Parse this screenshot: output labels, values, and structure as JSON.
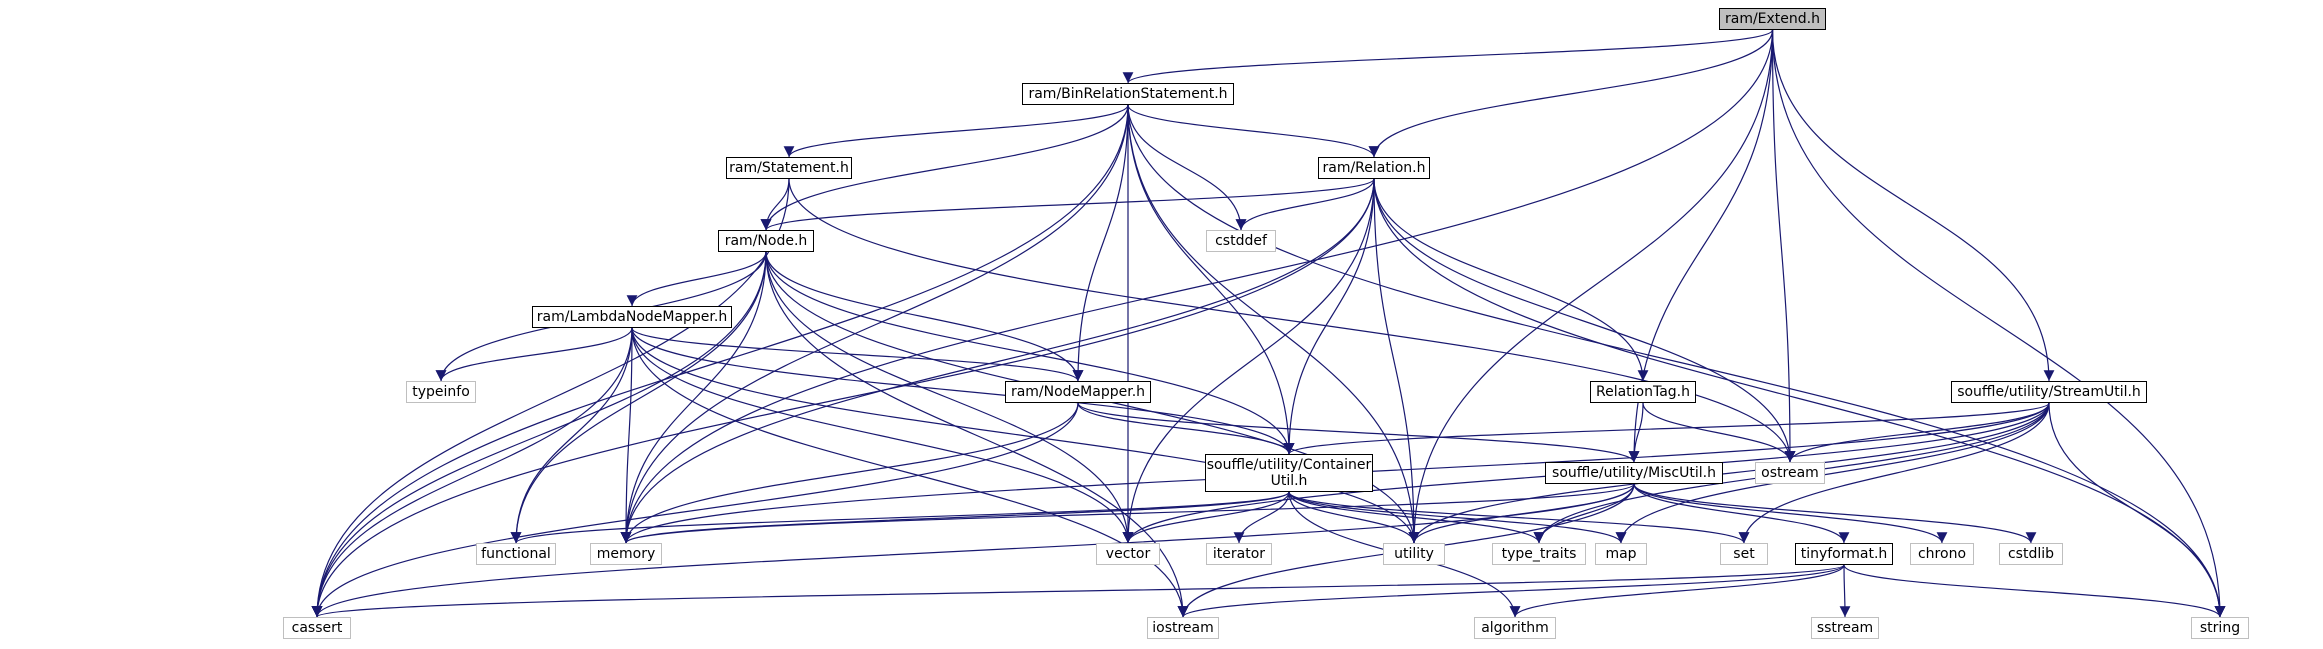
{
  "colors": {
    "edge": "#191970",
    "internal_border": "#000000",
    "external_border": "#bfbfbf",
    "root_fill": "#bfbfbf"
  },
  "nodes": [
    {
      "id": "extend",
      "label": "ram/Extend.h",
      "kind": "root"
    },
    {
      "id": "binrel",
      "label": "ram/BinRelationStatement.h",
      "kind": "internal"
    },
    {
      "id": "statement",
      "label": "ram/Statement.h",
      "kind": "internal"
    },
    {
      "id": "relation",
      "label": "ram/Relation.h",
      "kind": "internal"
    },
    {
      "id": "cstddef",
      "label": "cstddef",
      "kind": "external"
    },
    {
      "id": "node",
      "label": "ram/Node.h",
      "kind": "internal"
    },
    {
      "id": "lambda",
      "label": "ram/LambdaNodeMapper.h",
      "kind": "internal"
    },
    {
      "id": "typeinfo",
      "label": "typeinfo",
      "kind": "external"
    },
    {
      "id": "nodemapper",
      "label": "ram/NodeMapper.h",
      "kind": "internal"
    },
    {
      "id": "reltag",
      "label": "RelationTag.h",
      "kind": "internal"
    },
    {
      "id": "streamutil",
      "label": "souffle/utility/StreamUtil.h",
      "kind": "internal"
    },
    {
      "id": "ostream",
      "label": "ostream",
      "kind": "external"
    },
    {
      "id": "container",
      "label": "souffle/utility/Container Util.h",
      "kind": "internal"
    },
    {
      "id": "miscutil",
      "label": "souffle/utility/MiscUtil.h",
      "kind": "internal"
    },
    {
      "id": "functional",
      "label": "functional",
      "kind": "external"
    },
    {
      "id": "memory",
      "label": "memory",
      "kind": "external"
    },
    {
      "id": "vector",
      "label": "vector",
      "kind": "external"
    },
    {
      "id": "iterator",
      "label": "iterator",
      "kind": "external"
    },
    {
      "id": "utility",
      "label": "utility",
      "kind": "external"
    },
    {
      "id": "type_traits",
      "label": "type_traits",
      "kind": "external"
    },
    {
      "id": "map",
      "label": "map",
      "kind": "external"
    },
    {
      "id": "set",
      "label": "set",
      "kind": "external"
    },
    {
      "id": "tinyformat",
      "label": "tinyformat.h",
      "kind": "internal"
    },
    {
      "id": "chrono",
      "label": "chrono",
      "kind": "external"
    },
    {
      "id": "cstdlib",
      "label": "cstdlib",
      "kind": "external"
    },
    {
      "id": "cassert",
      "label": "cassert",
      "kind": "external"
    },
    {
      "id": "iostream",
      "label": "iostream",
      "kind": "external"
    },
    {
      "id": "algorithm",
      "label": "algorithm",
      "kind": "external"
    },
    {
      "id": "sstream",
      "label": "sstream",
      "kind": "external"
    },
    {
      "id": "string",
      "label": "string",
      "kind": "external"
    }
  ],
  "edges": [
    [
      "extend",
      "binrel"
    ],
    [
      "extend",
      "relation"
    ],
    [
      "extend",
      "memory"
    ],
    [
      "extend",
      "ostream"
    ],
    [
      "extend",
      "miscutil"
    ],
    [
      "extend",
      "utility"
    ],
    [
      "extend",
      "streamutil"
    ],
    [
      "extend",
      "string"
    ],
    [
      "binrel",
      "statement"
    ],
    [
      "binrel",
      "relation"
    ],
    [
      "binrel",
      "node"
    ],
    [
      "binrel",
      "cstddef"
    ],
    [
      "binrel",
      "nodemapper"
    ],
    [
      "binrel",
      "container"
    ],
    [
      "binrel",
      "vector"
    ],
    [
      "binrel",
      "utility"
    ],
    [
      "binrel",
      "memory"
    ],
    [
      "binrel",
      "cassert"
    ],
    [
      "binrel",
      "string"
    ],
    [
      "statement",
      "node"
    ],
    [
      "statement",
      "ostream"
    ],
    [
      "statement",
      "cassert"
    ],
    [
      "relation",
      "node"
    ],
    [
      "relation",
      "cstddef"
    ],
    [
      "relation",
      "reltag"
    ],
    [
      "relation",
      "container"
    ],
    [
      "relation",
      "memory"
    ],
    [
      "relation",
      "ostream"
    ],
    [
      "relation",
      "string"
    ],
    [
      "relation",
      "utility"
    ],
    [
      "relation",
      "vector"
    ],
    [
      "relation",
      "cassert"
    ],
    [
      "node",
      "lambda"
    ],
    [
      "node",
      "typeinfo"
    ],
    [
      "node",
      "nodemapper"
    ],
    [
      "node",
      "container"
    ],
    [
      "node",
      "functional"
    ],
    [
      "node",
      "memory"
    ],
    [
      "node",
      "vector"
    ],
    [
      "node",
      "iostream"
    ],
    [
      "node",
      "utility"
    ],
    [
      "node",
      "cassert"
    ],
    [
      "lambda",
      "typeinfo"
    ],
    [
      "lambda",
      "nodemapper"
    ],
    [
      "lambda",
      "container"
    ],
    [
      "lambda",
      "functional"
    ],
    [
      "lambda",
      "memory"
    ],
    [
      "lambda",
      "vector"
    ],
    [
      "lambda",
      "iostream"
    ],
    [
      "lambda",
      "utility"
    ],
    [
      "lambda",
      "cassert"
    ],
    [
      "nodemapper",
      "container"
    ],
    [
      "nodemapper",
      "miscutil"
    ],
    [
      "nodemapper",
      "memory"
    ],
    [
      "nodemapper",
      "cassert"
    ],
    [
      "reltag",
      "miscutil"
    ],
    [
      "reltag",
      "ostream"
    ],
    [
      "streamutil",
      "container"
    ],
    [
      "streamutil",
      "memory"
    ],
    [
      "streamutil",
      "ostream"
    ],
    [
      "streamutil",
      "utility"
    ],
    [
      "streamutil",
      "vector"
    ],
    [
      "streamutil",
      "type_traits"
    ],
    [
      "streamutil",
      "map"
    ],
    [
      "streamutil",
      "set"
    ],
    [
      "streamutil",
      "string"
    ],
    [
      "container",
      "functional"
    ],
    [
      "container",
      "memory"
    ],
    [
      "container",
      "vector"
    ],
    [
      "container",
      "iterator"
    ],
    [
      "container",
      "utility"
    ],
    [
      "container",
      "type_traits"
    ],
    [
      "container",
      "map"
    ],
    [
      "container",
      "set"
    ],
    [
      "container",
      "algorithm"
    ],
    [
      "miscutil",
      "memory"
    ],
    [
      "miscutil",
      "utility"
    ],
    [
      "miscutil",
      "type_traits"
    ],
    [
      "miscutil",
      "tinyformat"
    ],
    [
      "miscutil",
      "chrono"
    ],
    [
      "miscutil",
      "cstdlib"
    ],
    [
      "miscutil",
      "cassert"
    ],
    [
      "miscutil",
      "iostream"
    ],
    [
      "tinyformat",
      "cassert"
    ],
    [
      "tinyformat",
      "iostream"
    ],
    [
      "tinyformat",
      "algorithm"
    ],
    [
      "tinyformat",
      "sstream"
    ],
    [
      "tinyformat",
      "string"
    ]
  ]
}
